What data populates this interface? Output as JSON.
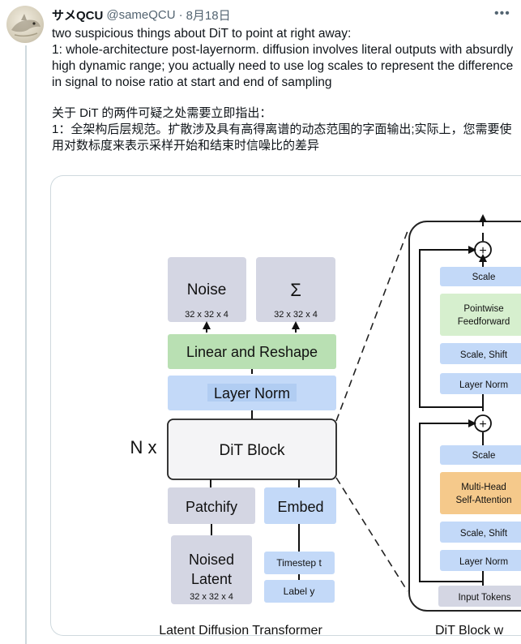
{
  "tweet": {
    "display_name": "サメQCU",
    "handle": "@sameQCU",
    "separator": "·",
    "date": "8月18日",
    "more_icon": "more-horizontal-icon",
    "text_en": "two suspicious things about DiT to point at right away:\n1: whole-architecture post-layernorm. diffusion involves literal outputs with absurdly high dynamic range; you actually need to use log scales to represent the difference in signal to noise ratio at start and end of sampling",
    "text_zh": "关于 DiT 的两件可疑之处需要立即指出：\n1：全架构后层规范。扩散涉及具有高得离谱的动态范围的字面输出;实际上，您需要使用对数标度来表示采样开始和结束时信噪比的差异"
  },
  "figure": {
    "left": {
      "noise_label": "Noise",
      "noise_dims": "32 x 32 x 4",
      "sigma_label": "Σ",
      "sigma_dims": "32 x 32 x 4",
      "linear_reshape": "Linear and Reshape",
      "layer_norm": "Layer Norm",
      "n_label": "N x",
      "dit_block": "DiT Block",
      "patchify": "Patchify",
      "embed": "Embed",
      "noised_latent_1": "Noised",
      "noised_latent_2": "Latent",
      "noised_dims": "32 x 32 x 4",
      "timestep": "Timestep t",
      "label": "Label y",
      "caption": "Latent Diffusion Transformer"
    },
    "right": {
      "scale_top": "Scale",
      "pointwise_1": "Pointwise",
      "pointwise_2": "Feedforward",
      "scale_shift_top": "Scale, Shift",
      "layer_norm_top": "Layer Norm",
      "scale_bottom": "Scale",
      "mha_1": "Multi-Head",
      "mha_2": "Self-Attention",
      "scale_shift_bottom": "Scale, Shift",
      "layer_norm_bottom": "Layer Norm",
      "input_tokens": "Input Tokens",
      "caption": "DiT Block w"
    },
    "colors": {
      "gray_box": "#d4d6e3",
      "green_box": "#b9e0b3",
      "blue_box": "#c3d9f8",
      "orange_box": "#f5c98b",
      "light_green": "#d6efce"
    }
  }
}
